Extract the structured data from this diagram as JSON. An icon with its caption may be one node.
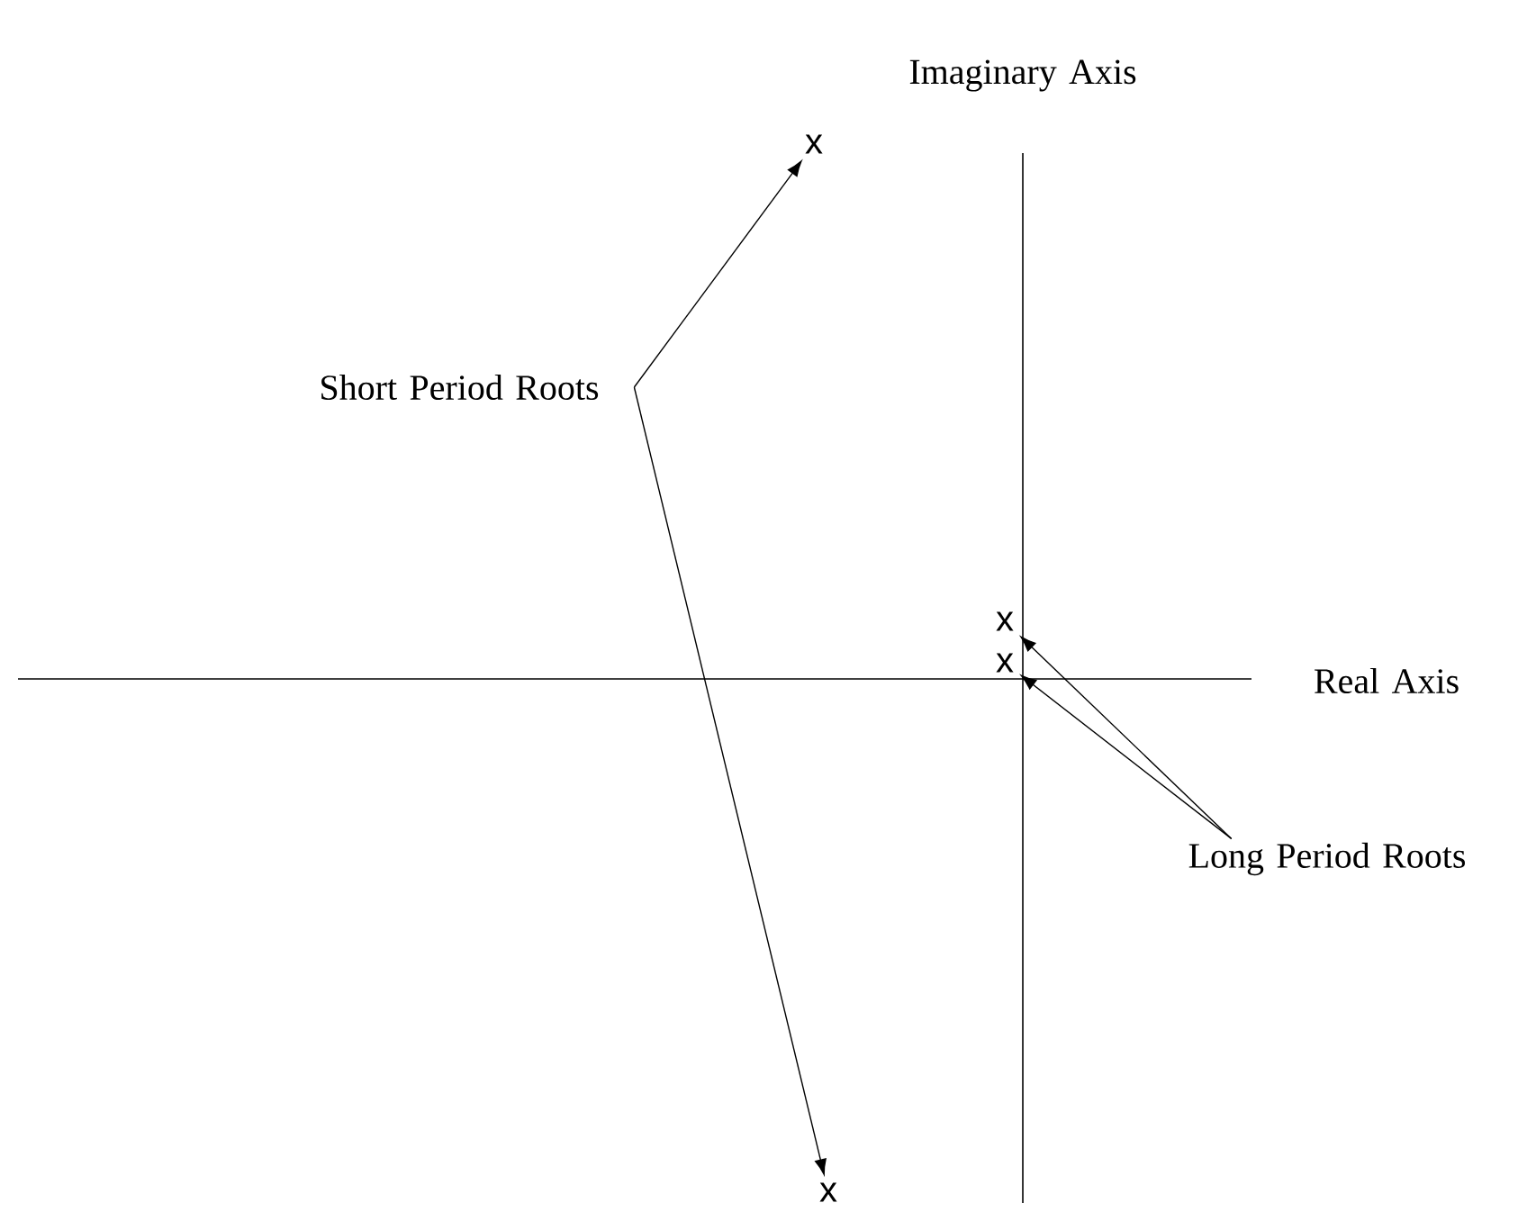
{
  "diagram": {
    "nodes": [
      {
        "text": [
          "Short Period Roots"
        ]
      },
      {
        "text": [
          "x"
        ]
      },
      {
        "text": [
          "x"
        ]
      },
      {
        "text": [
          "x"
        ]
      },
      {
        "text": [
          "x"
        ]
      },
      {
        "text": [
          "Long Period Roots"
        ]
      }
    ],
    "edges": [
      {
        "from": 0,
        "to": 1,
        "arrow": "to"
      },
      {
        "from": 0,
        "to": 2,
        "arrow": "to"
      },
      {
        "from": 5,
        "to": 3,
        "arrow": "to"
      },
      {
        "from": 5,
        "to": 4,
        "arrow": "to"
      }
    ],
    "labels": [
      "Imaginary Axis",
      "Real Axis"
    ]
  }
}
